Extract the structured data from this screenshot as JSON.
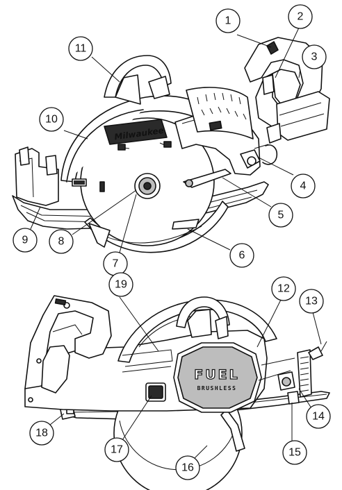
{
  "diagram": {
    "top_view_callouts": [
      "1",
      "2",
      "3",
      "4",
      "5",
      "6",
      "7",
      "8",
      "9",
      "10",
      "11"
    ],
    "bottom_view_callouts": [
      "12",
      "13",
      "14",
      "15",
      "16",
      "17",
      "18",
      "19"
    ],
    "logos": {
      "brand": "Milwaukee",
      "motor": "FUEL",
      "motor_sub": "BRUSHLESS"
    }
  }
}
